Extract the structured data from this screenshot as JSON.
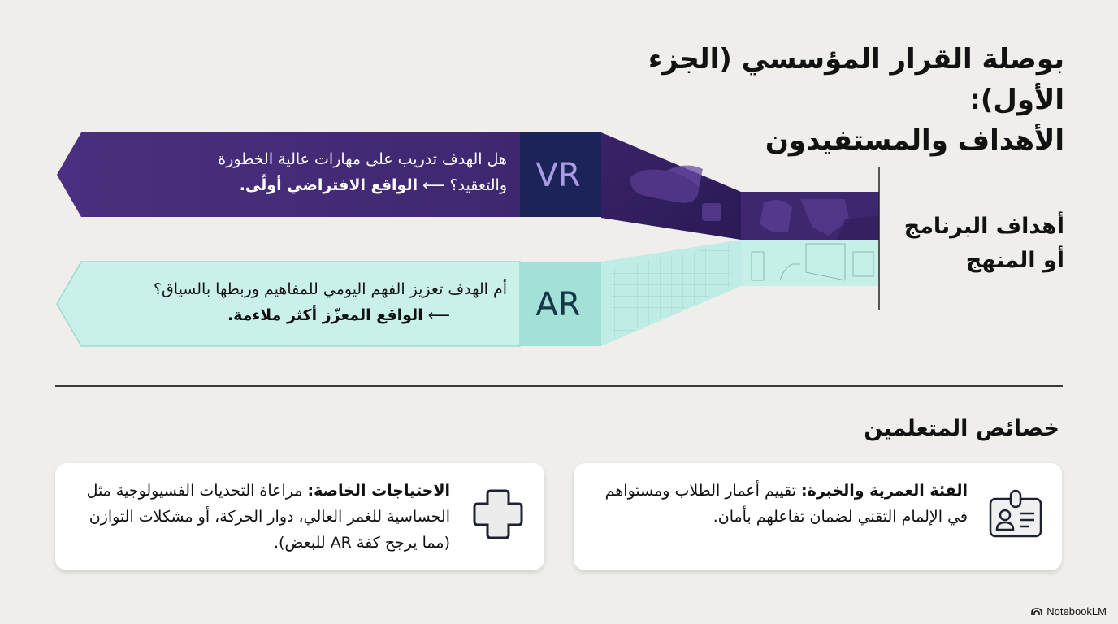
{
  "title": {
    "line1": "بوصلة القرار المؤسسي (الجزء الأول):",
    "line2": "الأهداف والمستفيدون"
  },
  "goals": {
    "label_line1": "أهداف البرنامج",
    "label_line2": "أو المنهج",
    "vr": {
      "badge": "VR",
      "question_line1": "هل الهدف تدريب على مهارات عالية الخطورة",
      "question_line2": "والتعقيد؟",
      "arrow": "⟵",
      "conclusion": "الواقع الافتراضي أولّى.",
      "colors": {
        "band": "#4a2d7d",
        "badge_bg": "#1c2358",
        "badge_text": "#a99ae3"
      }
    },
    "ar": {
      "badge": "AR",
      "question_line1": "أم الهدف تعزيز الفهم اليومي للمفاهيم وربطها بالسياق؟",
      "arrow": "⟵",
      "conclusion": "الواقع المعزّز أكثر ملاءمة.",
      "colors": {
        "band": "#c9f1ea",
        "badge_bg": "#a3e0d5",
        "badge_text": "#17364a"
      }
    }
  },
  "learners": {
    "section_title": "خصائص المتعلمين",
    "cards": [
      {
        "icon": "id-badge-icon",
        "heading": "الفئة العمرية والخبرة:",
        "body": " تقييم أعمار الطلاب ومستواهم في الإلمام التقني لضمان تفاعلهم بأمان."
      },
      {
        "icon": "medical-cross-icon",
        "heading": "الاحتياجات الخاصة:",
        "body": " مراعاة التحديات الفسيولوجية مثل الحساسية للغمر العالي، دوار الحركة، أو مشكلات التوازن (مما يرجح كفة AR للبعض)."
      }
    ]
  },
  "branding": {
    "label": "NotebookLM"
  }
}
